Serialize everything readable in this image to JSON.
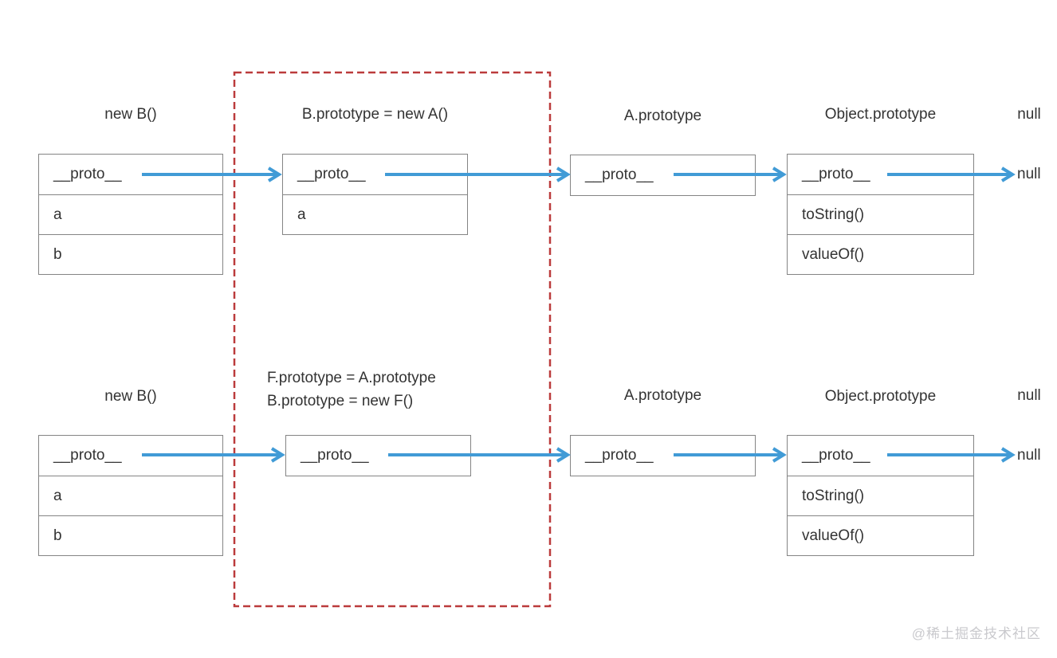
{
  "diagram": {
    "top_chain": {
      "objects": [
        {
          "title": "new B()",
          "rows": [
            "__proto__",
            "a",
            "b"
          ]
        },
        {
          "title": "B.prototype = new A()",
          "rows": [
            "__proto__",
            "a"
          ]
        },
        {
          "title": "A.prototype",
          "rows": [
            "__proto__"
          ]
        },
        {
          "title": "Object.prototype",
          "rows": [
            "__proto__",
            "toString()",
            "valueOf()"
          ]
        }
      ],
      "null_label": "null",
      "null_terminal": "null"
    },
    "bottom_chain": {
      "objects": [
        {
          "title": "new B()",
          "rows": [
            "__proto__",
            "a",
            "b"
          ]
        },
        {
          "title_line1": "F.prototype = A.prototype",
          "title_line2": "B.prototype = new F()",
          "rows": [
            "__proto__"
          ]
        },
        {
          "title": "A.prototype",
          "rows": [
            "__proto__"
          ]
        },
        {
          "title": "Object.prototype",
          "rows": [
            "__proto__",
            "toString()",
            "valueOf()"
          ]
        }
      ],
      "null_label": "null",
      "null_terminal": "null"
    },
    "watermark": "@稀土掘金技术社区",
    "colors": {
      "arrow": "#419bd6",
      "dashed_border": "#bb3b3c",
      "box_border": "#848484",
      "text": "#333333",
      "watermark": "#c9c9cd"
    }
  }
}
